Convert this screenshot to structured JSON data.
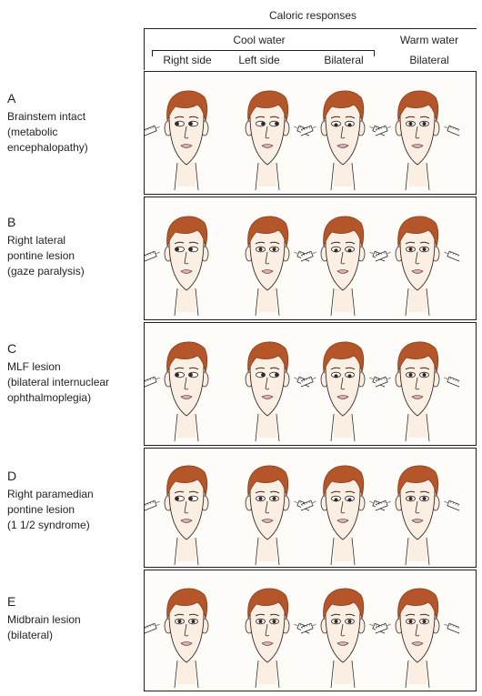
{
  "header": {
    "caption": "Caloric responses",
    "cool_water_label": "Cool water",
    "warm_water_label": "Warm water",
    "columns": [
      "Right side",
      "Left side",
      "Bilateral",
      "Bilateral"
    ]
  },
  "rows": [
    {
      "letter": "A",
      "description": "Brainstem intact\n(metabolic\nencephalopathy)"
    },
    {
      "letter": "B",
      "description": "Right lateral\npontine lesion\n(gaze paralysis)"
    },
    {
      "letter": "C",
      "description": "MLF lesion\n(bilateral internuclear\nophthalmoplegia)"
    },
    {
      "letter": "D",
      "description": "Right paramedian\npontine lesion\n(1 1/2 syndrome)"
    },
    {
      "letter": "E",
      "description": "Midbrain lesion\n(bilateral)"
    }
  ],
  "colors": {
    "hair": "#b5562a",
    "hair_dark": "#8a3c1a",
    "skin": "#fbefe4",
    "outline": "#3a2a22",
    "lips": "#e3a9b6",
    "syringe": "#8a8a8a"
  },
  "figure": {
    "gaze": [
      [
        "left",
        "right",
        "down",
        "center"
      ],
      [
        "left",
        "center",
        "down",
        "center"
      ],
      [
        "left",
        "right",
        "down",
        "center"
      ],
      [
        "left",
        "center",
        "down",
        "center"
      ],
      [
        "center",
        "center",
        "center",
        "center"
      ]
    ],
    "syringes": [
      [
        "right",
        "left",
        "both",
        "both"
      ],
      [
        "right",
        "left",
        "both",
        "both"
      ],
      [
        "right",
        "left",
        "both",
        "both"
      ],
      [
        "right",
        "left",
        "both",
        "both"
      ],
      [
        "right",
        "left",
        "both",
        "both"
      ]
    ]
  }
}
